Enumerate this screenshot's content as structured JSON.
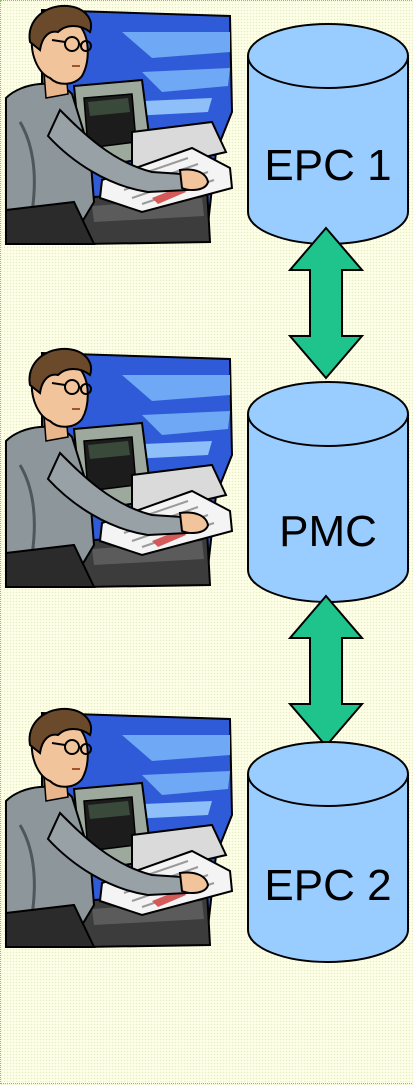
{
  "diagram": {
    "databases": [
      {
        "id": "epc1",
        "label": "EPC 1"
      },
      {
        "id": "pmc",
        "label": "PMC"
      },
      {
        "id": "epc2",
        "label": "EPC 2"
      }
    ],
    "connections": [
      {
        "from": "epc1",
        "to": "pmc",
        "type": "bidirectional"
      },
      {
        "from": "pmc",
        "to": "epc2",
        "type": "bidirectional"
      }
    ],
    "users": [
      {
        "icon": "operator-at-workstation-icon"
      },
      {
        "icon": "operator-at-workstation-icon"
      },
      {
        "icon": "operator-at-workstation-icon"
      }
    ],
    "colors": {
      "background": "#ffffe8",
      "database_fill": "#99ccff",
      "arrow_fill": "#1fc48c",
      "window_blue": "#2f5bd8",
      "shirt_gray": "#8d969b"
    }
  }
}
